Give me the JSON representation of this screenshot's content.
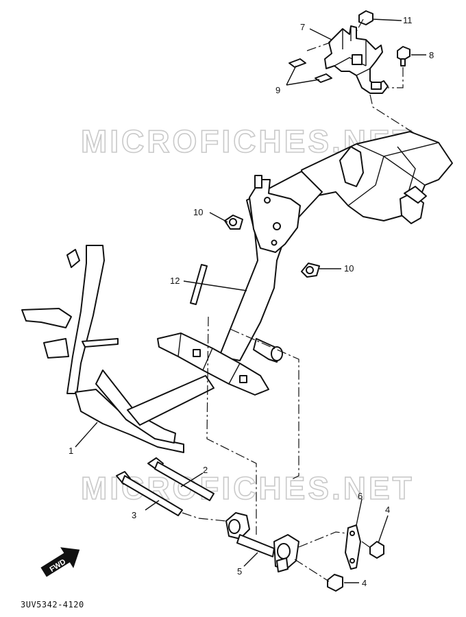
{
  "watermark": "MICROFICHES.NET",
  "diagram_code": "3UV5342-4120",
  "front_label": "FWD",
  "callouts": [
    {
      "id": "c1",
      "label": "1"
    },
    {
      "id": "c2",
      "label": "2"
    },
    {
      "id": "c3",
      "label": "3"
    },
    {
      "id": "c4a",
      "label": "4"
    },
    {
      "id": "c4b",
      "label": "4"
    },
    {
      "id": "c5",
      "label": "5"
    },
    {
      "id": "c6",
      "label": "6"
    },
    {
      "id": "c7",
      "label": "7"
    },
    {
      "id": "c8",
      "label": "8"
    },
    {
      "id": "c9",
      "label": "9"
    },
    {
      "id": "c10a",
      "label": "10"
    },
    {
      "id": "c10b",
      "label": "10"
    },
    {
      "id": "c11",
      "label": "11"
    },
    {
      "id": "c12",
      "label": "12"
    }
  ]
}
